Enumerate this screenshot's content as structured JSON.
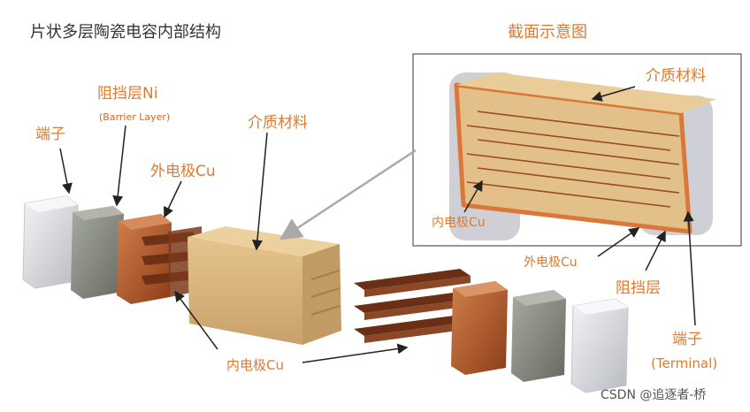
{
  "title": "片状多层陶瓷电容内部结构",
  "section_title": "截面示意图",
  "labels": {
    "terminal": "端子",
    "barrier_ni": "阻挡层Ni",
    "barrier_en": "(Barrier Layer)",
    "outer_cu": "外电极Cu",
    "dielectric": "介质材料",
    "inner_cu": "内电极Cu",
    "inset_dielectric": "介质材料",
    "inset_inner_cu": "内电极Cu",
    "inset_outer_cu": "外电极Cu",
    "inset_barrier": "阻挡层",
    "inset_terminal": "端子",
    "inset_terminal_en": "(Terminal)"
  },
  "watermark": "CSDN @追逐者-桥",
  "colors": {
    "label": "#e07a2e",
    "terminal": "#dcdde2",
    "barrier": "#8c8f86",
    "outer_electrode": "#b35a2c",
    "inner_electrode": "#6e3116",
    "dielectric": "#d9b57c",
    "arrow": "#222222",
    "callout": "#a9a9a9"
  }
}
